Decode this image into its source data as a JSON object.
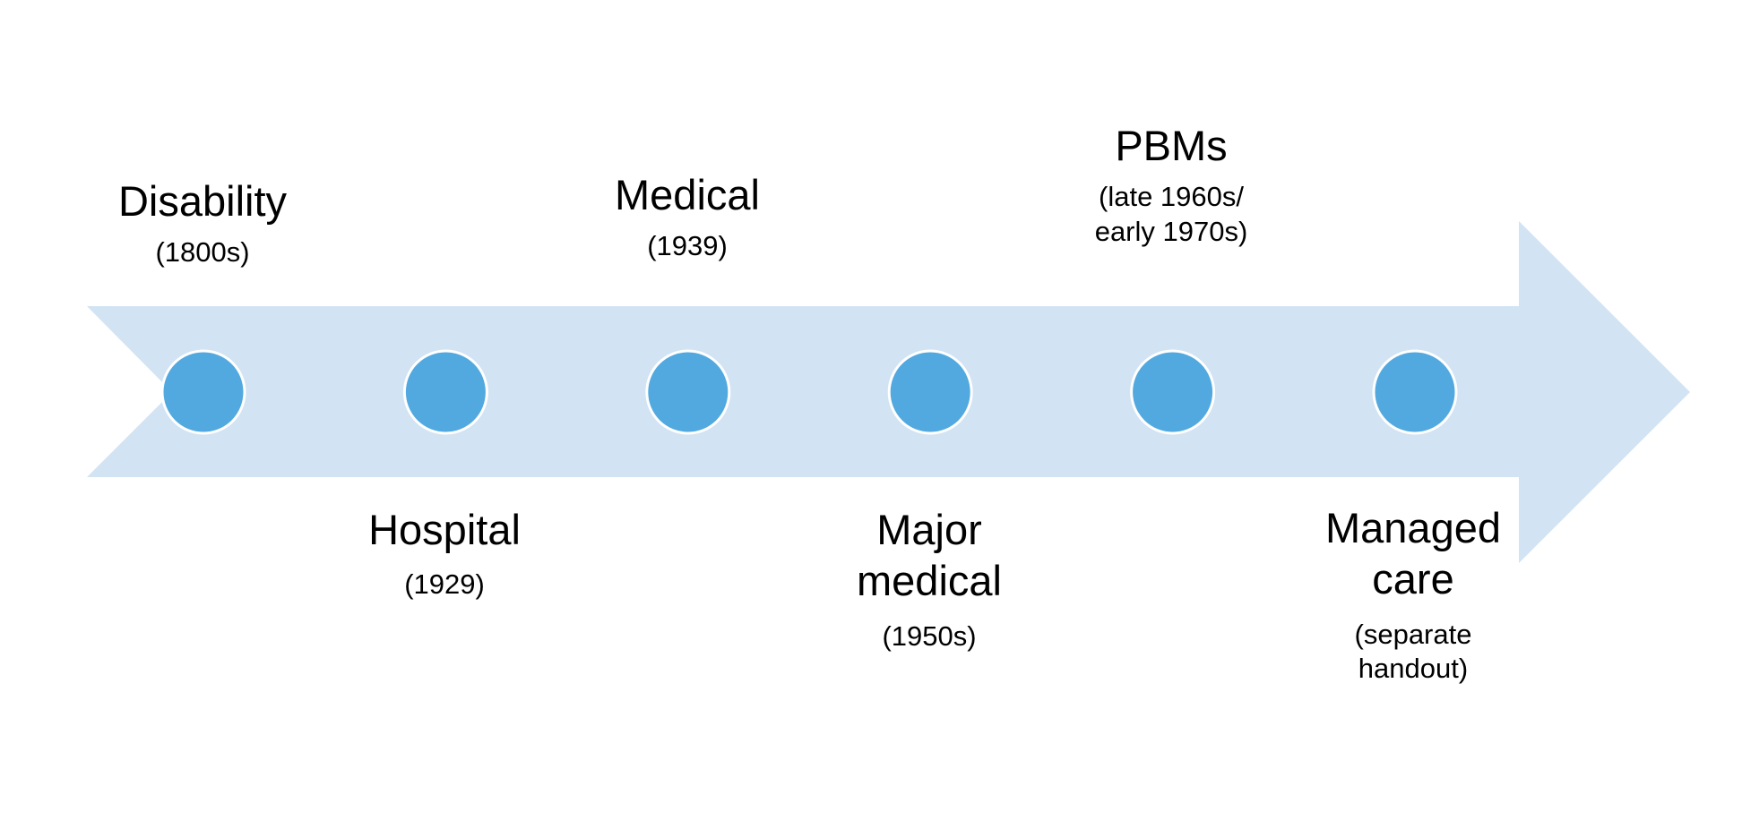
{
  "diagram": {
    "arrow_color": "#D2E3F3",
    "dot_color": "#52A9DF",
    "dot_stroke_color": "#FFFFFF",
    "milestones": [
      {
        "title": "Disability",
        "date": "(1800s)",
        "side": "above"
      },
      {
        "title": "Hospital",
        "date": "(1929)",
        "side": "below"
      },
      {
        "title": "Medical",
        "date": "(1939)",
        "side": "above"
      },
      {
        "title": "Major medical",
        "date": "(1950s)",
        "side": "below"
      },
      {
        "title": "PBMs",
        "date": "(late 1960s/ early 1970s)",
        "side": "above"
      },
      {
        "title": "Managed care",
        "date": "(separate handout)",
        "side": "below"
      }
    ]
  }
}
